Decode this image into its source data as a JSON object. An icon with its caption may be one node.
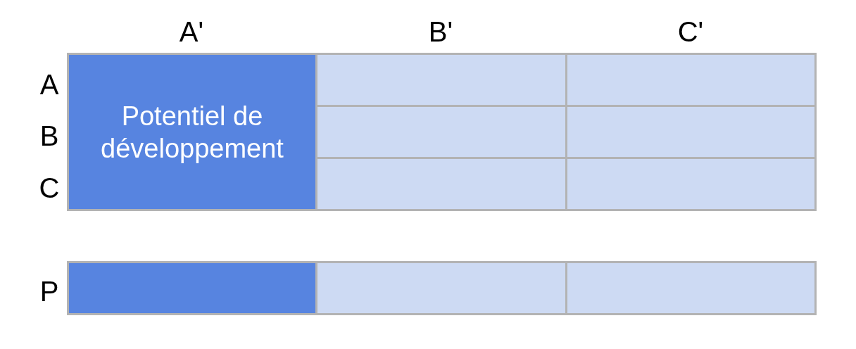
{
  "diagram": {
    "nodes": [
      {
        "text": [
          "Potentiel de développement"
        ]
      },
      {
        "text": [],
        "shape": "box"
      },
      {
        "text": [],
        "shape": "box"
      },
      {
        "text": [],
        "shape": "box"
      },
      {
        "text": [],
        "shape": "box"
      },
      {
        "text": [],
        "shape": "box"
      },
      {
        "text": [],
        "shape": "box"
      },
      {
        "text": [],
        "shape": "box"
      },
      {
        "text": [],
        "shape": "box"
      },
      {
        "text": [],
        "shape": "box"
      }
    ],
    "edges": [],
    "labels": [
      "A'",
      "B'",
      "C'",
      "A",
      "B",
      "C",
      "P"
    ]
  }
}
